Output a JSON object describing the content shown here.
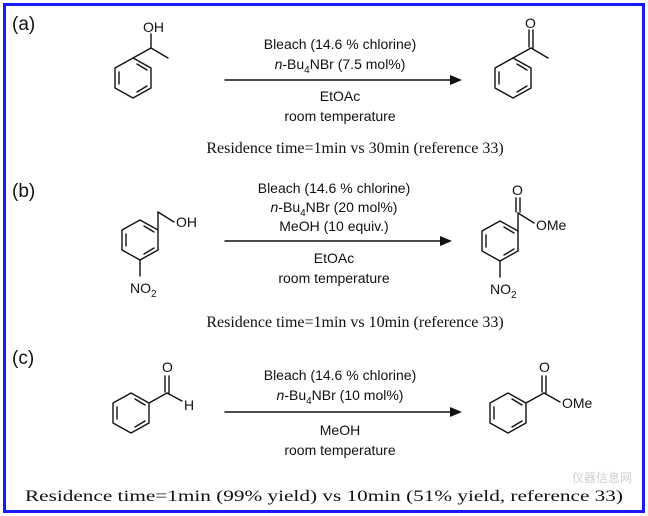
{
  "reactions": [
    {
      "label": "(a)",
      "reactant": {
        "substituent": "OH"
      },
      "conditions_above": {
        "line1": "Bleach (14.6 % chlorine)",
        "line2_prefix": "n",
        "line2_text": "-Bu",
        "line2_sub": "4",
        "line2_suffix": "NBr (7.5 mol%)"
      },
      "conditions_below": {
        "line1": "EtOAc",
        "line2": "room temperature"
      },
      "product": {
        "substituent": "O"
      },
      "residence": "Residence time=1min vs 30min (reference 33)"
    },
    {
      "label": "(b)",
      "reactant": {
        "substituent": "OH",
        "nitro": "NO",
        "nitro_sub": "2"
      },
      "conditions_above": {
        "line1": "Bleach (14.6 % chlorine)",
        "line2_prefix": "n",
        "line2_text": "-Bu",
        "line2_sub": "4",
        "line2_suffix": "NBr (20 mol%)",
        "line3": "MeOH (10 equiv.)"
      },
      "conditions_below": {
        "line1": "EtOAc",
        "line2": "room temperature"
      },
      "product": {
        "carbonyl": "O",
        "ester": "OMe",
        "nitro": "NO",
        "nitro_sub": "2"
      },
      "residence": "Residence time=1min vs 10min (reference 33)"
    },
    {
      "label": "(c)",
      "reactant": {
        "carbonyl": "O",
        "hydrogen": "H"
      },
      "conditions_above": {
        "line1": "Bleach (14.6 % chlorine)",
        "line2_prefix": "n",
        "line2_text": "-Bu",
        "line2_sub": "4",
        "line2_suffix": "NBr (10 mol%)"
      },
      "conditions_below": {
        "line1": "MeOH",
        "line2": "room temperature"
      },
      "product": {
        "carbonyl": "O",
        "ester": "OMe"
      },
      "residence": "Residence time=1min (99% yield) vs 10min (51% yield, reference 33)"
    }
  ],
  "watermark": "仪器信息网",
  "colors": {
    "frame": "#1a1aff",
    "ink": "#111111",
    "watermark": "#cfcfcf"
  }
}
